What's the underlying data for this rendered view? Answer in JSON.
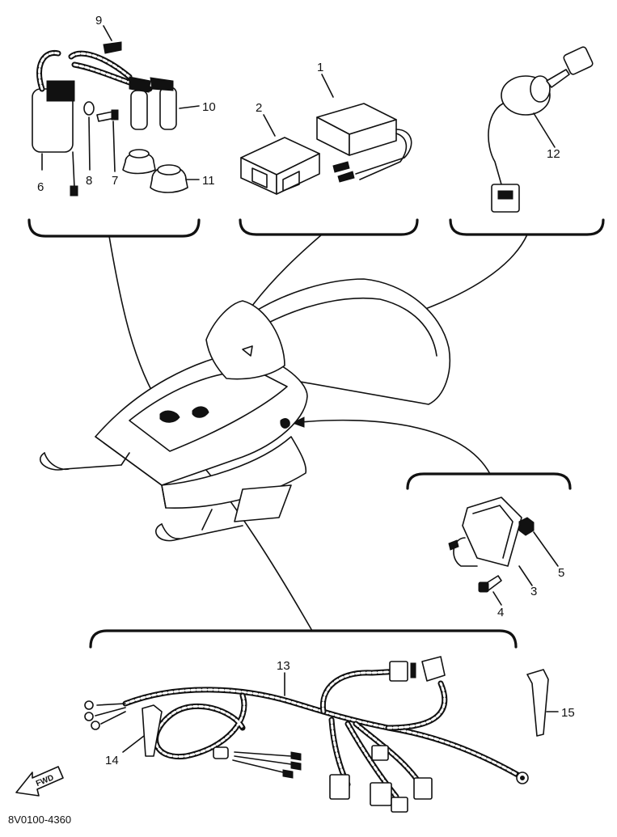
{
  "drawing_code": "8V0100-4360",
  "front_marker": "FWD",
  "callouts": {
    "p1": "1",
    "p2": "2",
    "p3": "3",
    "p4": "4",
    "p5": "5",
    "p6": "6",
    "p7": "7",
    "p8": "8",
    "p9": "9",
    "p10": "10",
    "p11": "11",
    "p12": "12",
    "p13": "13",
    "p14": "14",
    "p15": "15"
  }
}
